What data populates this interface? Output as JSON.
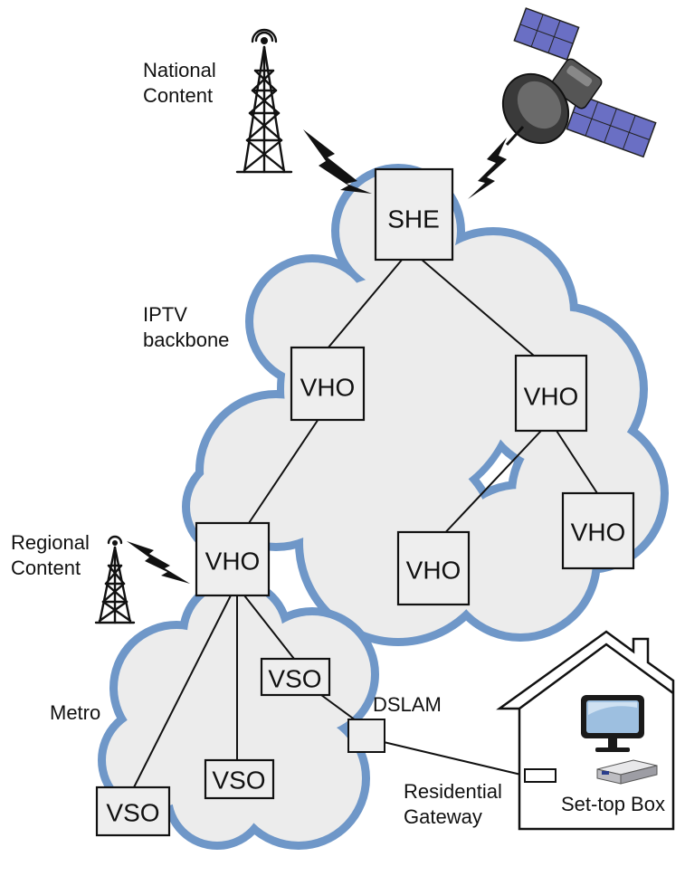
{
  "labels": {
    "national_content": [
      "National",
      "Content"
    ],
    "regional_content": [
      "Regional",
      "Content"
    ],
    "iptv_backbone": [
      "IPTV",
      "backbone"
    ],
    "metro": "Metro",
    "dslam": "DSLAM",
    "residential_gateway": [
      "Residential",
      "Gateway"
    ],
    "set_top_box": "Set-top Box"
  },
  "nodes": {
    "she": "SHE",
    "vho_top_left": "VHO",
    "vho_top_right": "VHO",
    "vho_regional": "VHO",
    "vho_bottom_middle": "VHO",
    "vho_bottom_right": "VHO",
    "vso_metro_top": "VSO",
    "vso_metro_middle": "VSO",
    "vso_metro_left": "VSO"
  },
  "icons": [
    "national-tower-icon",
    "satellite-icon",
    "regional-tower-icon",
    "lightning-bolt-icon",
    "house-icon",
    "monitor-icon",
    "set-top-box-icon",
    "residential-gateway-icon"
  ],
  "colors": {
    "cloud_outline": "#6f97c8",
    "cloud_fill": "#ececec",
    "satellite_panel": "#6a6fc4",
    "monitor_screen": "#9dbfe0"
  }
}
